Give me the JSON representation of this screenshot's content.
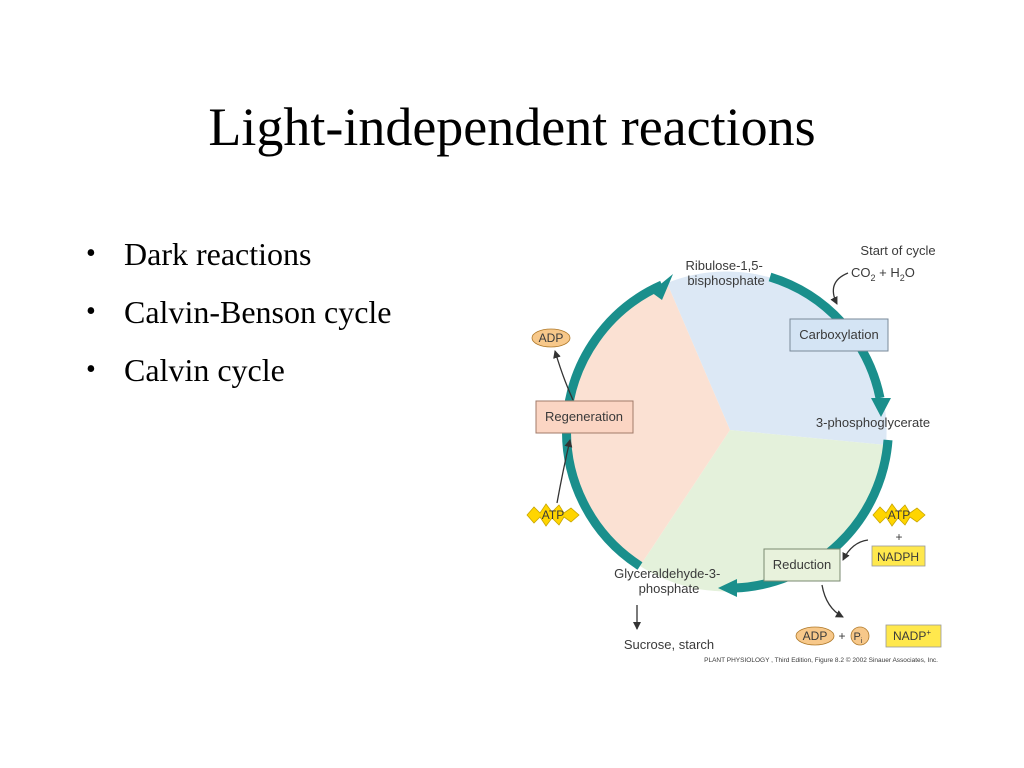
{
  "slide": {
    "title": "Light-independent reactions",
    "bullets": [
      "Dark reactions",
      "Calvin-Benson cycle",
      "Calvin cycle"
    ]
  },
  "diagram": {
    "rubp_line1": "Ribulose-1,5-",
    "rubp_line2": "bisphosphate",
    "start_of_cycle": "Start of cycle",
    "co2_h2o": {
      "co": "CO",
      "sub2": "2",
      "plus_h": " + H",
      "sub_h2": "2",
      "o": "O"
    },
    "carboxylation": "Carboxylation",
    "pga": "3-phosphoglycerate",
    "atp_right": "ATP",
    "plus_right": "+",
    "nadph": "NADPH",
    "reduction": "Reduction",
    "adp_bottom": "ADP",
    "plus_bottom": "+",
    "pi_p": "P",
    "pi_sub": "i",
    "nadp_plus": {
      "base": "NADP",
      "sup": "+"
    },
    "g3p_line1": "Glyceraldehyde-3-",
    "g3p_line2": "phosphate",
    "sucrose_starch": "Sucrose, starch",
    "regeneration": "Regeneration",
    "adp_left": "ADP",
    "atp_left": "ATP",
    "credit": "PLANT PHYSIOLOGY , Third Edition, Figure 8.2  © 2002 Sinauer Associates, Inc."
  },
  "colors": {
    "carboxylation_sector": "#dce8f5",
    "reduction_sector": "#e4f1db",
    "regeneration_sector": "#fbe1d3",
    "cycle_arrow": "#1a8f8c",
    "atp_star": "#ffd500",
    "adp_oval": "#f7c88a",
    "nadph_box": "#ffe84d",
    "regeneration_box": "#fbd5c3",
    "carboxylation_box": "#d4e4f4",
    "reduction_box": "#e8f2dc"
  }
}
